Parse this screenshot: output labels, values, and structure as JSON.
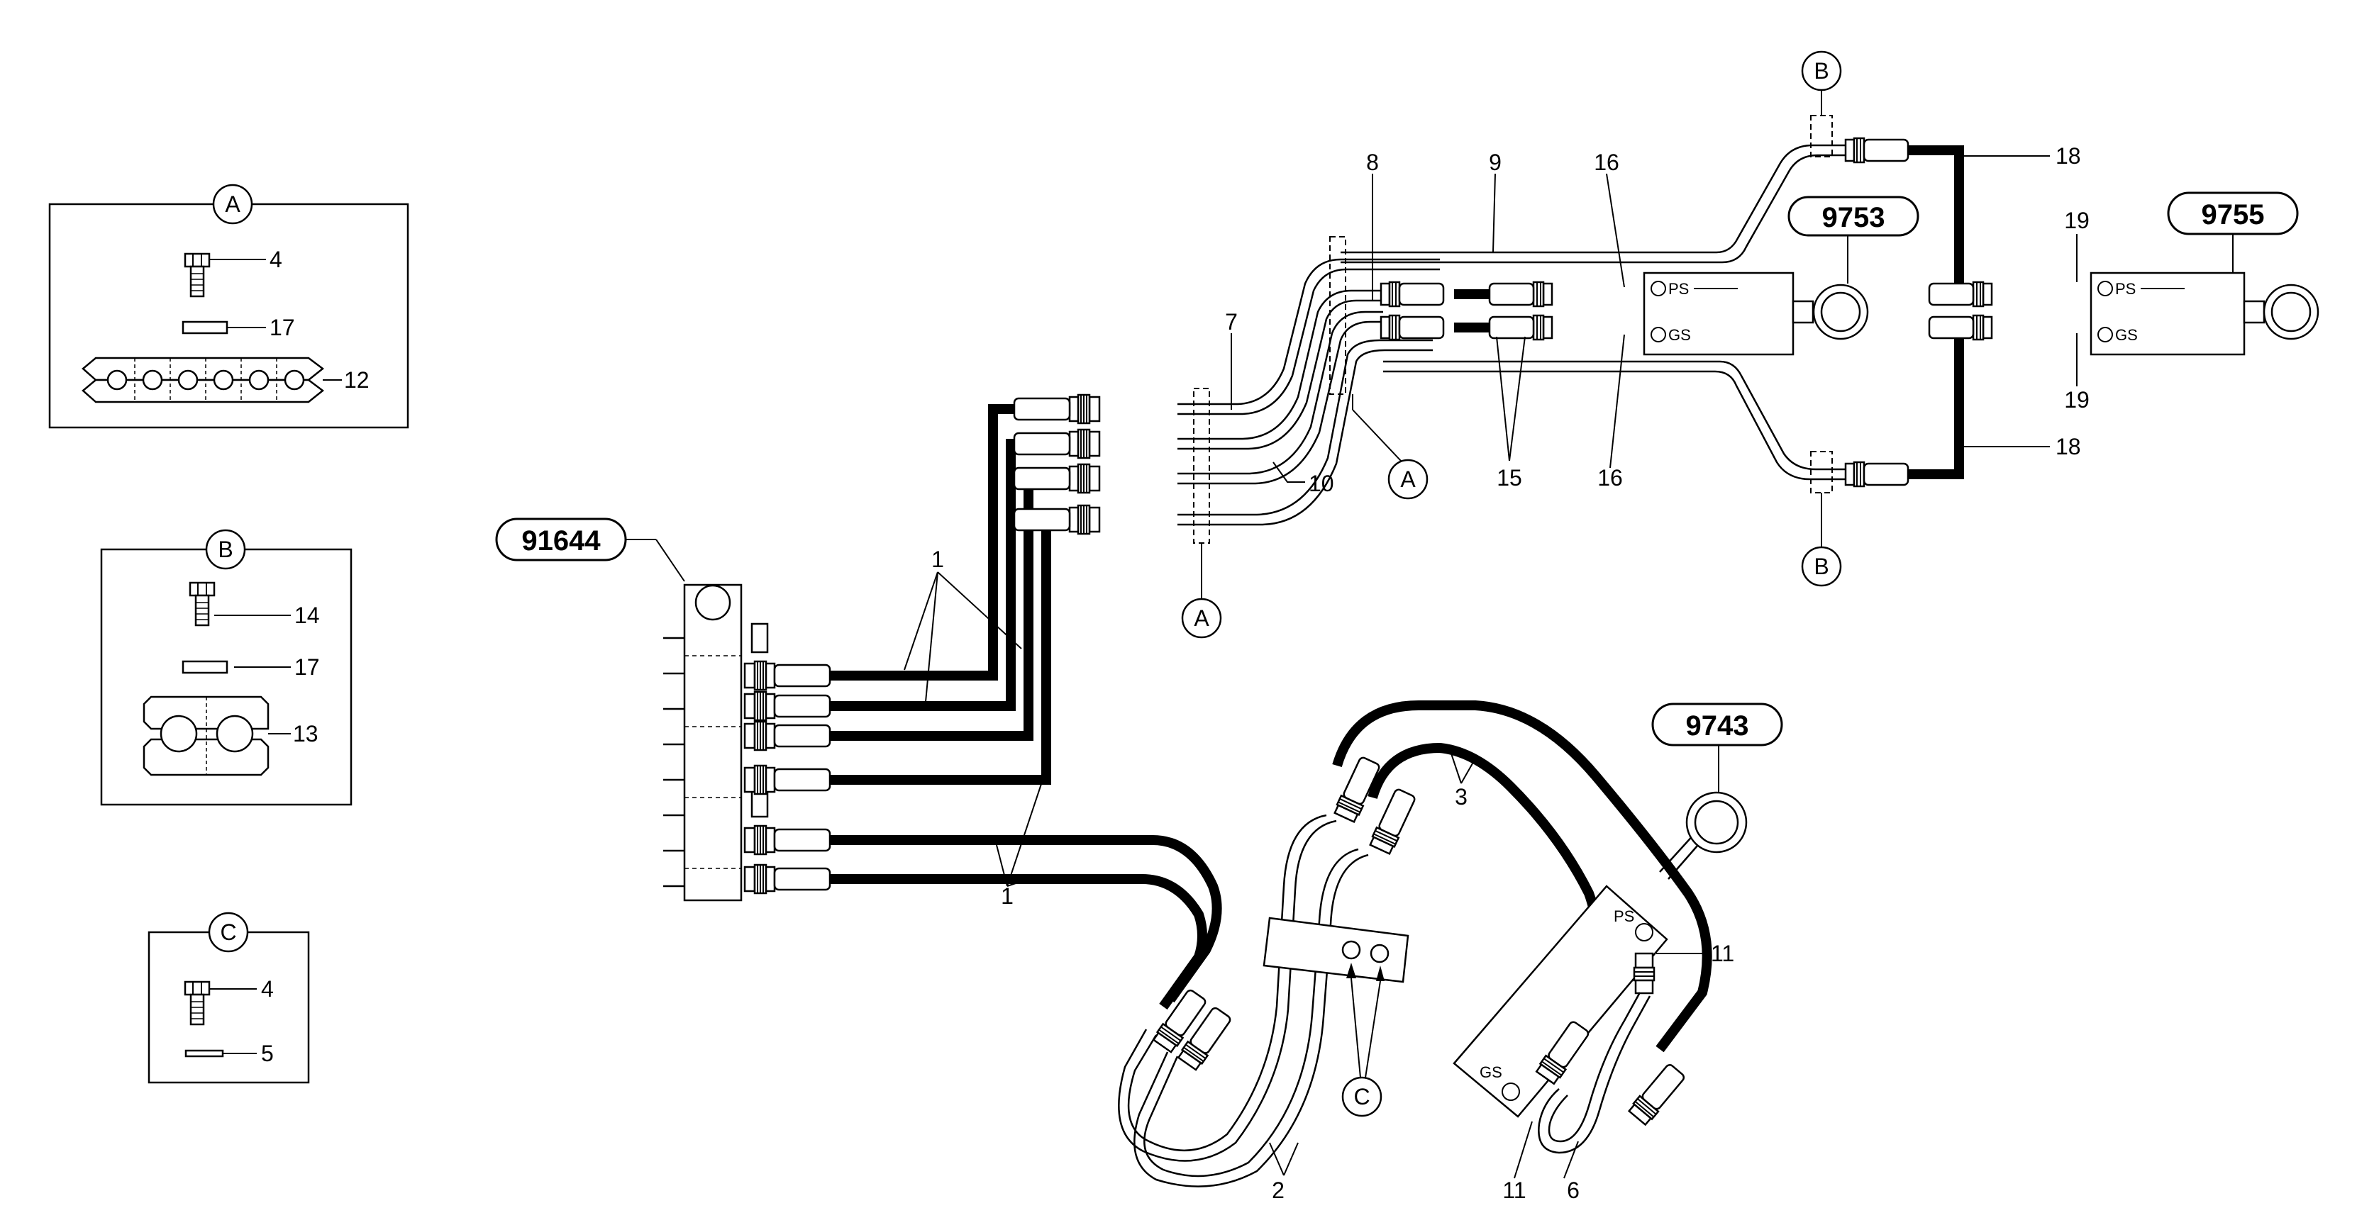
{
  "colors": {
    "ink": "#000000",
    "paper": "#ffffff"
  },
  "badges": {
    "b91644": "91644",
    "b9753": "9753",
    "b9755": "9755",
    "b9743": "9743"
  },
  "detail_boxes": {
    "a": {
      "letter": "A",
      "bolt": "4",
      "washer": "17",
      "clamp": "12"
    },
    "b": {
      "letter": "B",
      "bolt": "14",
      "washer": "17",
      "clamp": "13"
    },
    "c": {
      "letter": "C",
      "bolt": "4",
      "washer": "5"
    }
  },
  "valve_labels": {
    "ps": "PS",
    "gs": "GS"
  },
  "callouts": {
    "c1": "1",
    "c2": "2",
    "c3": "3",
    "c6": "6",
    "c7": "7",
    "c8": "8",
    "c9": "9",
    "c10": "10",
    "c11": "11",
    "c15": "15",
    "c16": "16",
    "c18": "18",
    "c19": "19"
  },
  "section_refs": {
    "a": "A",
    "b": "B",
    "c": "C"
  }
}
